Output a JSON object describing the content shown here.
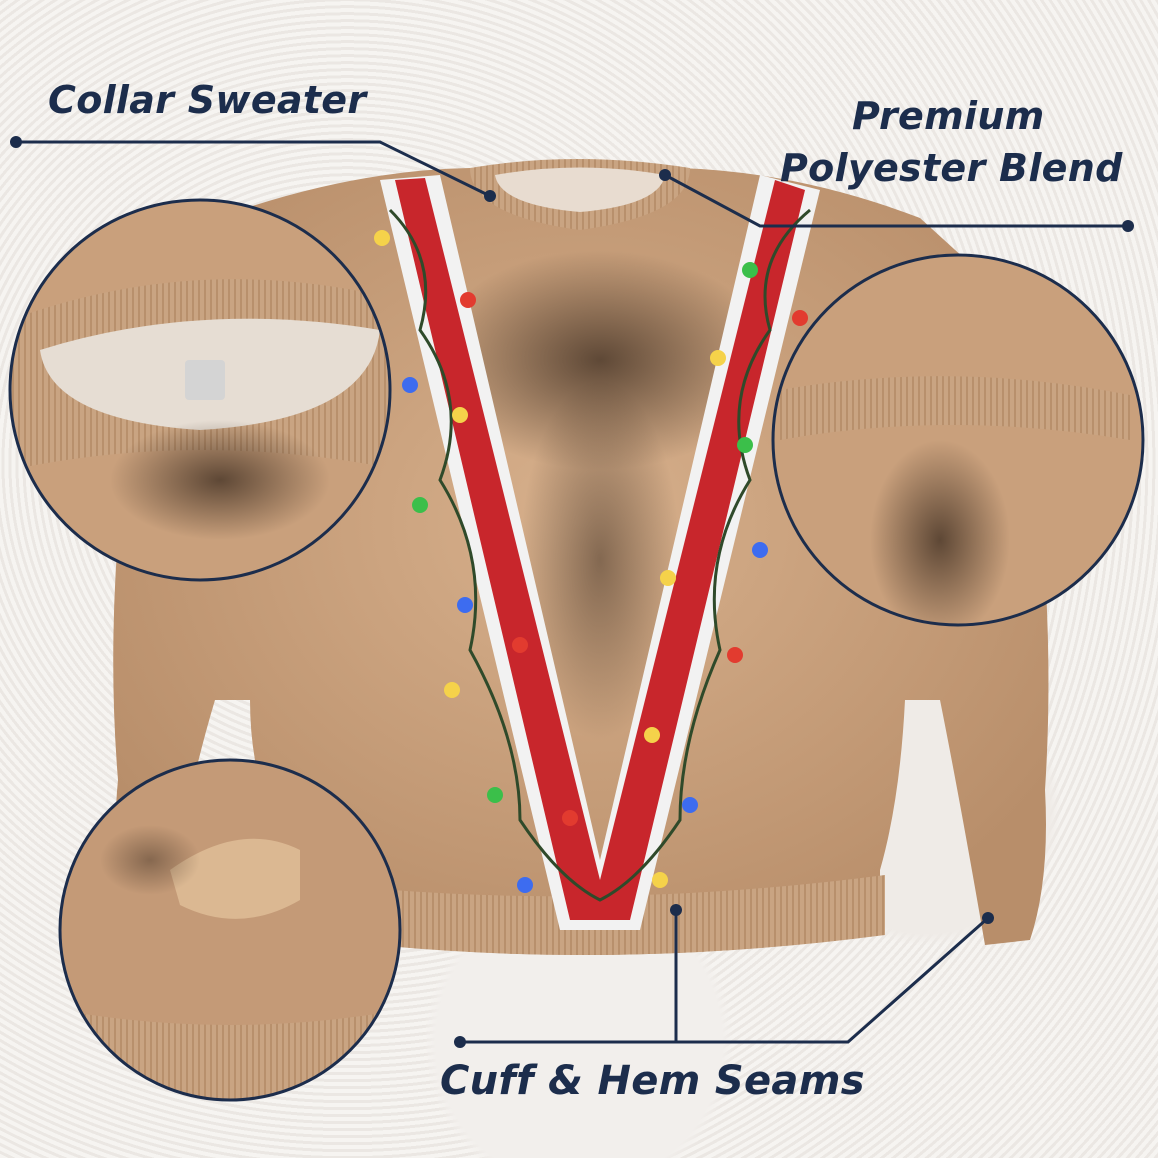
{
  "labels": {
    "collar": "Collar Sweater",
    "premium_line1": "Premium",
    "premium_line2": "Polyester Blend",
    "cuff": "Cuff & Hem Seams"
  },
  "colors": {
    "label_text": "#1c2d4c",
    "leader_line": "#1c2d4c",
    "sweater_skin": "#c9a07c",
    "suspender_red": "#c8262c",
    "suspender_white": "#f2f2f2",
    "background_fur": "#efece8"
  },
  "detail_insets": [
    {
      "name": "collar-detail",
      "subject": "collar"
    },
    {
      "name": "neckline-detail",
      "subject": "neckline"
    },
    {
      "name": "hem-detail",
      "subject": "hem"
    }
  ]
}
